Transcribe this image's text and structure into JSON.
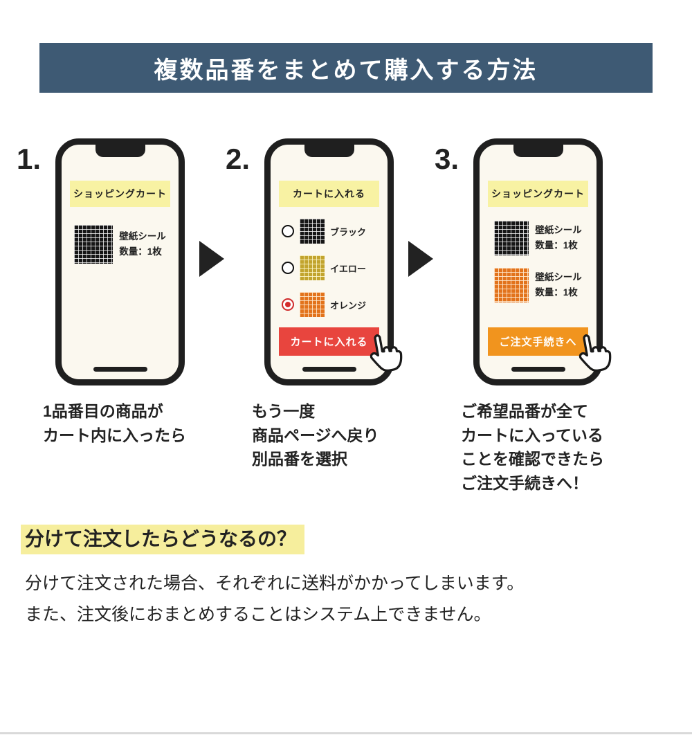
{
  "header": {
    "title": "複数品番をまとめて購入する方法"
  },
  "colors": {
    "header_bg": "#3E5A74",
    "banner_yellow": "#F8F2A3",
    "button_red": "#E8453E",
    "button_orange": "#F1941E",
    "highlight_yellow": "#F6EE9D",
    "swatch_black": "#161616",
    "swatch_yellow": "#C2A42E",
    "swatch_orange": "#E2731C"
  },
  "step1": {
    "number": "1.",
    "banner": "ショッピングカート",
    "product": "壁紙シール\n数量：1枚",
    "caption": "1品番目の商品が\nカート内に入ったら"
  },
  "step2": {
    "number": "2.",
    "banner": "カートに入れる",
    "options": [
      {
        "label": "ブラック",
        "selected": false
      },
      {
        "label": "イエロー",
        "selected": false
      },
      {
        "label": "オレンジ",
        "selected": true
      }
    ],
    "button_label": "カートに入れる",
    "caption": "もう一度\n商品ページへ戻り\n別品番を選択"
  },
  "step3": {
    "number": "3.",
    "banner": "ショッピングカート",
    "product1": "壁紙シール\n数量：1枚",
    "product2": "壁紙シール\n数量：1枚",
    "button_label": "ご注文手続きへ",
    "caption": "ご希望品番が全て\nカートに入っている\nことを確認できたら\nご注文手続きへ！"
  },
  "faq": {
    "heading": "分けて注文したらどうなるの？",
    "body": "分けて注文された場合、それぞれに送料がかかってしまいます。\nまた、注文後におまとめすることはシステム上できません。"
  }
}
